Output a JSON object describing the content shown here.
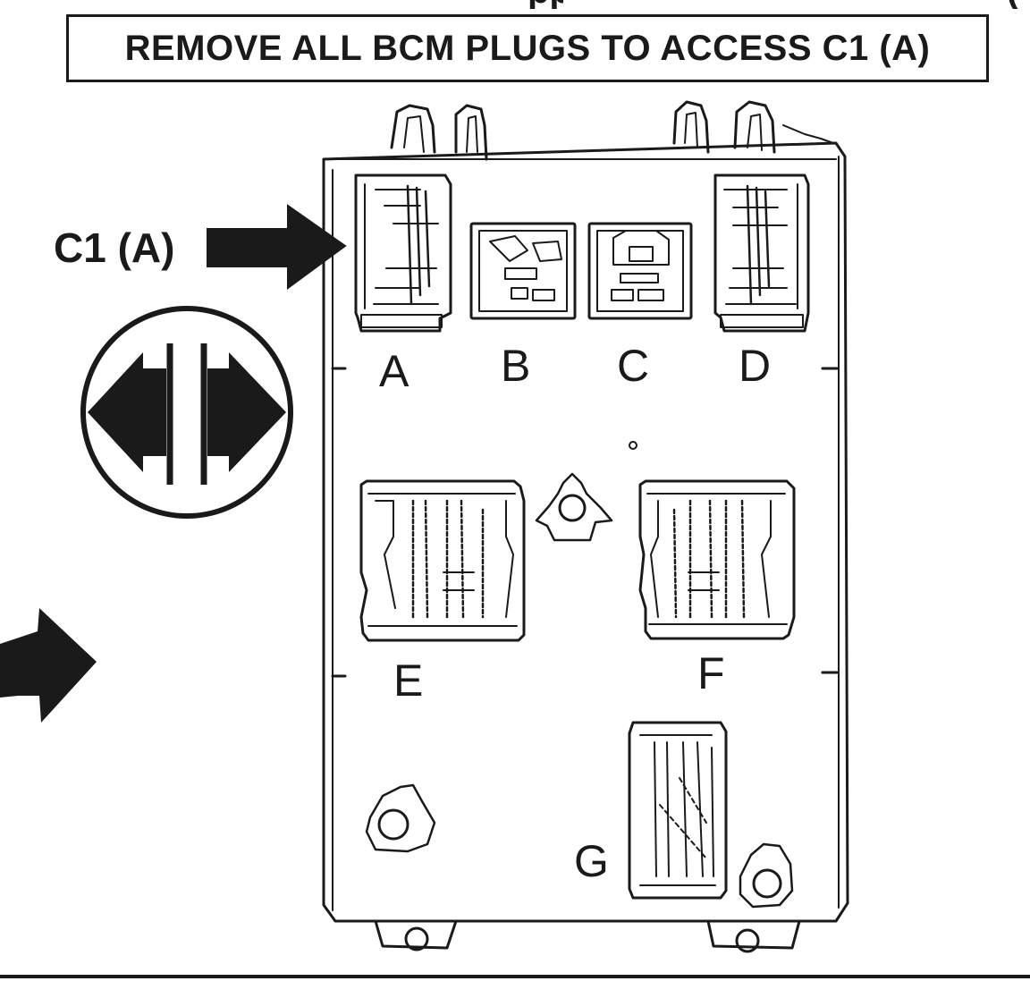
{
  "title": "REMOVE ALL BCM PLUGS TO ACCESS C1 (A)",
  "callout": {
    "label": "C1 (A)"
  },
  "connectors": {
    "a": "A",
    "b": "B",
    "c": "C",
    "d": "D",
    "e": "E",
    "f": "F",
    "g": "G"
  },
  "icons": [
    "arrow-right-icon",
    "bidirectional-arrow-icon",
    "curved-arrow-icon"
  ],
  "colors": {
    "ink": "#1a1a1a",
    "background": "#ffffff"
  }
}
